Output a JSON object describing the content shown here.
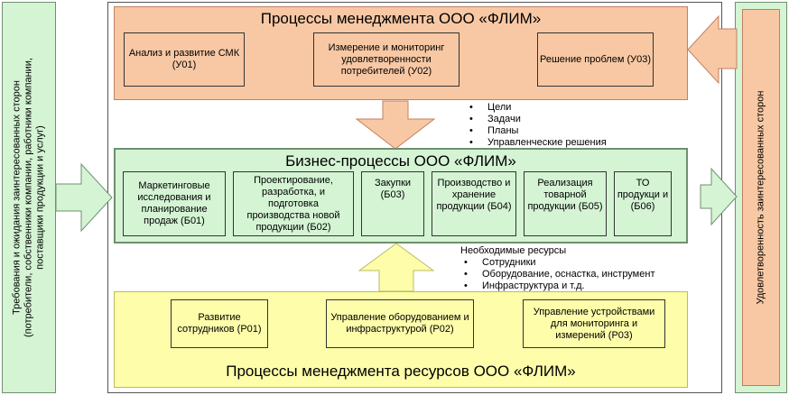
{
  "left_stakeholders": {
    "line1": "Требования и ожидания заинтересованных сторон",
    "line2": "(потребители, собственники компании, работники компании,",
    "line3": "поставщики продукции и услуг)"
  },
  "right_stakeholders": {
    "label": "Удовлетворенность заинтересованных сторон"
  },
  "management": {
    "title": "Процессы менеджмента ООО «ФЛИМ»",
    "boxes": [
      {
        "label": "Анализ и развитие СМК (У01)"
      },
      {
        "label": "Измерение и мониторинг удовлетворенности потребителей (У02)"
      },
      {
        "label": "Решение проблем (У03)"
      }
    ]
  },
  "management_outputs": [
    "Цели",
    "Задачи",
    "Планы",
    "Управленческие решения"
  ],
  "business": {
    "title": "Бизнес-процессы ООО «ФЛИМ»",
    "boxes": [
      {
        "label": "Маркетинговые исследования и планирование продаж (Б01)"
      },
      {
        "label": "Проектирование, разработка, и подготовка производства новой продукции (Б02)"
      },
      {
        "label": "Закупки (Б03)"
      },
      {
        "label": "Производство и хранение продукции (Б04)"
      },
      {
        "label": "Реализация товарной продукции (Б05)"
      },
      {
        "label": "ТО продукци и (Б06)"
      }
    ]
  },
  "resources_heading": "Необходимые ресурсы",
  "resources_items": [
    "Сотрудники",
    "Оборудование, оснастка, инструмент",
    "Инфраструктура и т.д."
  ],
  "resource_mgmt": {
    "title": "Процессы менеджмента ресурсов ООО «ФЛИМ»",
    "boxes": [
      {
        "label": "Развитие сотрудников (Р01)"
      },
      {
        "label": "Управление оборудованием и инфраструктурой (Р02)"
      },
      {
        "label": "Управление устройствами для мониторинга и измерений (Р03)"
      }
    ]
  },
  "colors": {
    "green_fill": "#d4f4d4",
    "green_dark": "#6f8f6f",
    "orange_fill": "#f8c8a4",
    "orange_border": "#c28060",
    "yellow_fill": "#fdfdaa",
    "yellow_border": "#bcbc60"
  }
}
